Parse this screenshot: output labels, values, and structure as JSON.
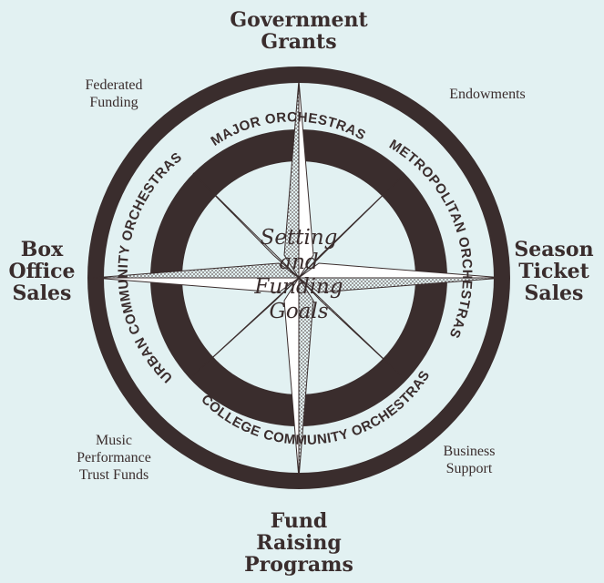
{
  "directions": {
    "north": "Government\nGrants",
    "south": "Fund\nRaising\nPrograms",
    "east": "Season\nTicket\nSales",
    "west": "Box\nOffice\nSales"
  },
  "secondary": {
    "northwest": "Federated\nFunding",
    "northeast": "Endowments",
    "southwest": "Music\nPerformance\nTrust Funds",
    "southeast": "Business\nSupport"
  },
  "ring_labels": {
    "top": "MAJOR ORCHESTRAS",
    "right": "METROPOLITAN ORCHESTRAS",
    "bottom": "COLLEGE COMMUNITY ORCHESTRAS",
    "left": "URBAN COMMUNITY ORCHESTRAS"
  },
  "center": "Setting\nand\nFunding\nGoals",
  "colors": {
    "background": "#e2f1f2",
    "ink": "#3a2d2d",
    "star_fill": "#bdbdbd",
    "ring_light": "#e2f1f2"
  }
}
